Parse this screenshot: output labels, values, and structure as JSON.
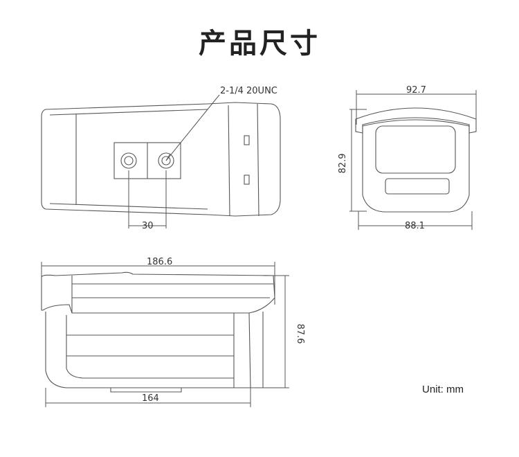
{
  "title": "产品尺寸",
  "unit_note": "Unit: mm",
  "dimensions": {
    "thread": "2-1/4 20UNC",
    "mount_spacing": "30",
    "front_width_top": "92.7",
    "front_height": "82.9",
    "front_width_bottom": "88.1",
    "side_length_total": "186.6",
    "side_length_body": "164",
    "side_height": "87.6"
  }
}
